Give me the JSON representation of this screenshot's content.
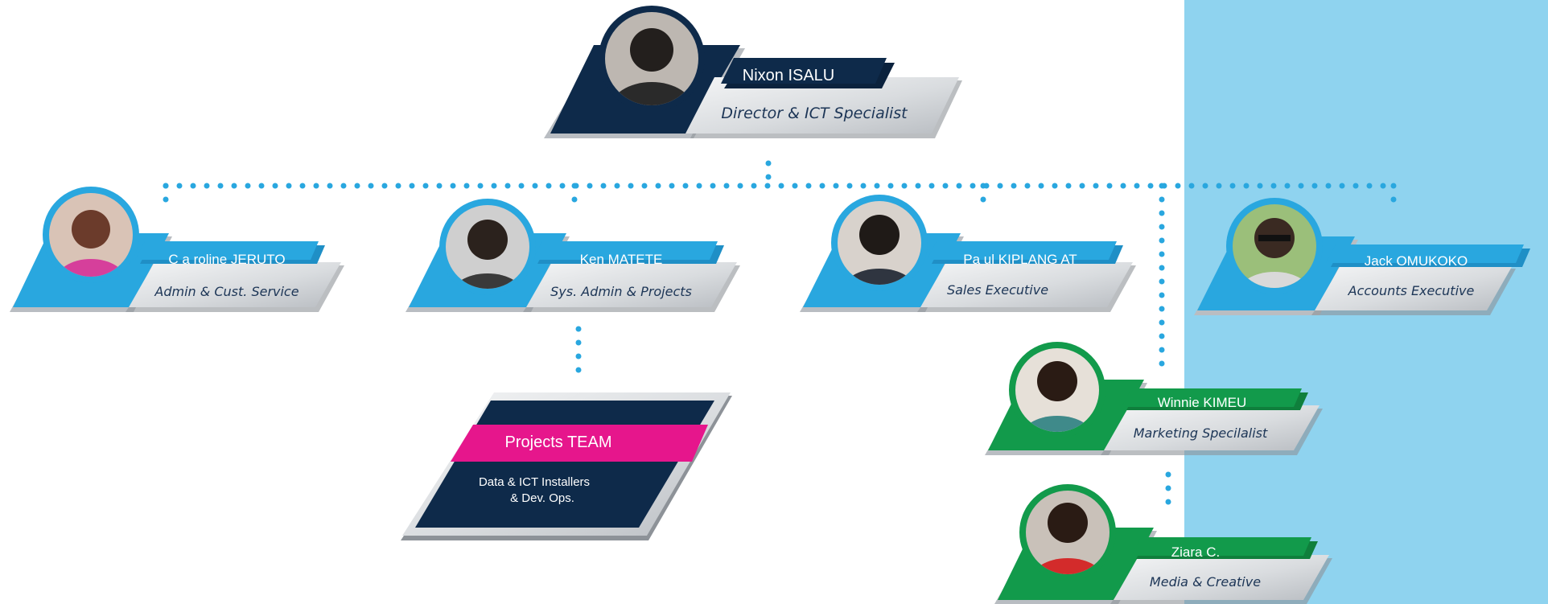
{
  "colors": {
    "navy": "#0e2a4a",
    "sky": "#29a7df",
    "green": "#129a4b",
    "magenta": "#e6168c",
    "silver": "#d4d7db",
    "panel": "#8fd3ef",
    "dots": "#29a7df"
  },
  "director": {
    "name": "Nixon ISALU",
    "role": "Director & ICT Specialist",
    "color": "navy",
    "photo": "person-photo-icon"
  },
  "staff": [
    {
      "id": "caroline",
      "name": "C a roline JERUTO",
      "role": "Admin & Cust. Service",
      "color": "sky",
      "photo": "person-photo-icon"
    },
    {
      "id": "ken",
      "name": "Ken MATETE",
      "role": "Sys. Admin & Projects",
      "color": "sky",
      "photo": "person-photo-icon"
    },
    {
      "id": "paul",
      "name": "Pa ul KIPLANG AT",
      "role": "Sales Executive",
      "color": "sky",
      "photo": "person-photo-icon"
    },
    {
      "id": "jack",
      "name": "Jack OMUKOKO",
      "role": "Accounts Executive",
      "color": "sky",
      "photo": "person-photo-icon"
    },
    {
      "id": "winnie",
      "name": "Winnie KIMEU",
      "role": "Marketing Specilalist",
      "color": "green",
      "photo": "person-photo-icon"
    },
    {
      "id": "ziara",
      "name": "Ziara C.",
      "role": "Media & Creative",
      "color": "green",
      "photo": "person-photo-icon"
    }
  ],
  "team": {
    "title": "Projects TEAM",
    "line1": "Data & ICT Installers",
    "line2": "& Dev. Ops.",
    "color": "magenta"
  }
}
